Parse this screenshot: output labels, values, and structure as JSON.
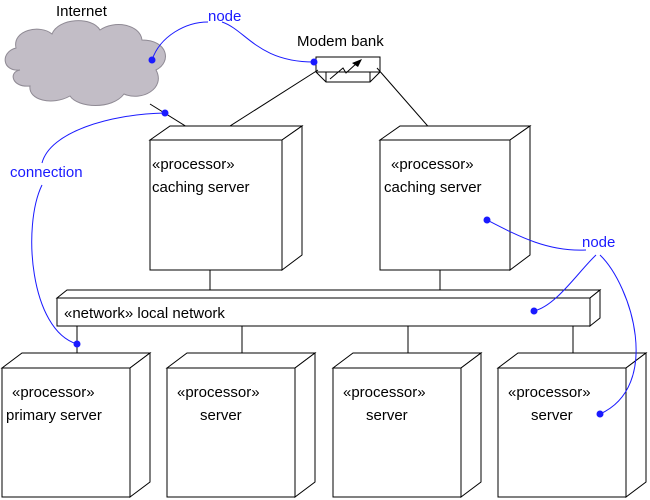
{
  "labels": {
    "internet": "Internet",
    "modem_bank": "Modem bank",
    "node_top": "node",
    "node_right": "node",
    "connection": "connection"
  },
  "caching_server_left": {
    "stereotype": "«processor»",
    "name": "caching server"
  },
  "caching_server_right": {
    "stereotype": "«processor»",
    "name": "caching server"
  },
  "local_network": {
    "label": "«network» local network"
  },
  "bottom_servers": [
    {
      "stereotype": "«processor»",
      "name": "primary server"
    },
    {
      "stereotype": "«processor»",
      "name": "server"
    },
    {
      "stereotype": "«processor»",
      "name": "server"
    },
    {
      "stereotype": "«processor»",
      "name": "server"
    }
  ],
  "colors": {
    "annotation": "#1a1aff",
    "cloud_fill": "#c2bdc6",
    "cloud_stroke": "#8f8a94"
  }
}
